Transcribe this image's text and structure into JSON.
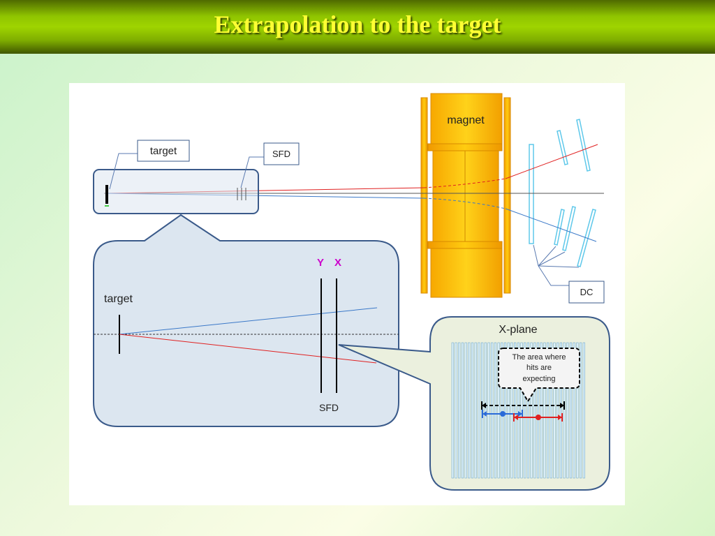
{
  "title": "Extrapolation to the target",
  "labels": {
    "magnet": "magnet",
    "target_callout": "target",
    "sfd_callout": "SFD",
    "dc_callout": "DC",
    "zoom_target": "target",
    "zoom_y": "Y",
    "zoom_x": "X",
    "zoom_sfd": "SFD",
    "xplane_title": "X-plane",
    "bubble_line1": "The area where",
    "bubble_line2": "hits are",
    "bubble_line3": "expecting"
  },
  "colors": {
    "title_text": "#ffff33",
    "red_track": "#e02020",
    "blue_track": "#3a78c8",
    "magenta_label": "#cc00cc",
    "magnet": "#f5b800",
    "dc_planes": "#5ec8ea",
    "zoom_box_fill": "#dce6f0",
    "xplane_box_fill": "#ebf0de",
    "box_border": "#3a5a8a"
  }
}
